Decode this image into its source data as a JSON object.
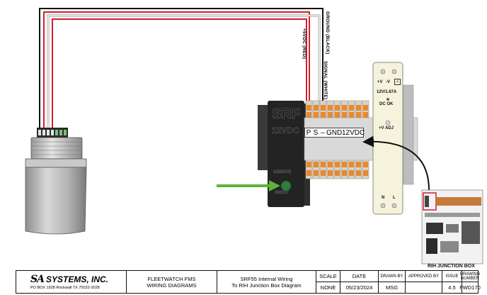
{
  "wires": {
    "ground": "GROUND (BLACK)",
    "power": "+5VDC (RED)",
    "signal": "SIGNAL (WHITE)"
  },
  "srf_module": {
    "brand": "SRF",
    "voltage": "12VDC",
    "reset_top": "SENSOR",
    "reset_bottom": "RESET"
  },
  "terminal_labels": {
    "p": "P",
    "s": "S",
    "minus": "–",
    "gnd": "GND",
    "v12": "12VDC"
  },
  "power_supply": {
    "top_left": "+V",
    "top_mid": "-V",
    "rating": "12V/1.67A",
    "status": "DC OK",
    "adj": "+V ADJ",
    "n": "N",
    "l": "L"
  },
  "junction_box": {
    "label": "RIH JUNCTION BOX"
  },
  "colors": {
    "red_wire": "#d0202a",
    "white_wire": "#e8e8e8",
    "black_wire": "#111111",
    "green_arrow": "#5cb33a",
    "terminal_orange": "#e8892c"
  },
  "title_block": {
    "company": "SYSTEMS, INC.",
    "logo": "SA",
    "address": "PO BOX 1928  Rockwall TX 75032-2028",
    "project_line1": "FLEETWATCH FMS",
    "project_line2": "WIRING DIAGRAMS",
    "desc_line1": "SRF55 Internal Wiring",
    "desc_line2": "To RIH Junction Box Diagram",
    "scale_h": "SCALE",
    "scale_v": "NONE",
    "date_h": "DATE",
    "date_v": "05/23/2024",
    "drawn_h": "DRAWN BY",
    "drawn_v": "MSG",
    "approved_h": "APPROVED BY",
    "approved_v": "",
    "issue_h": "ISSUE",
    "issue_v": "4.5",
    "dwg_h": "DRAWING NUMBER",
    "dwg_v": "FWD170"
  }
}
